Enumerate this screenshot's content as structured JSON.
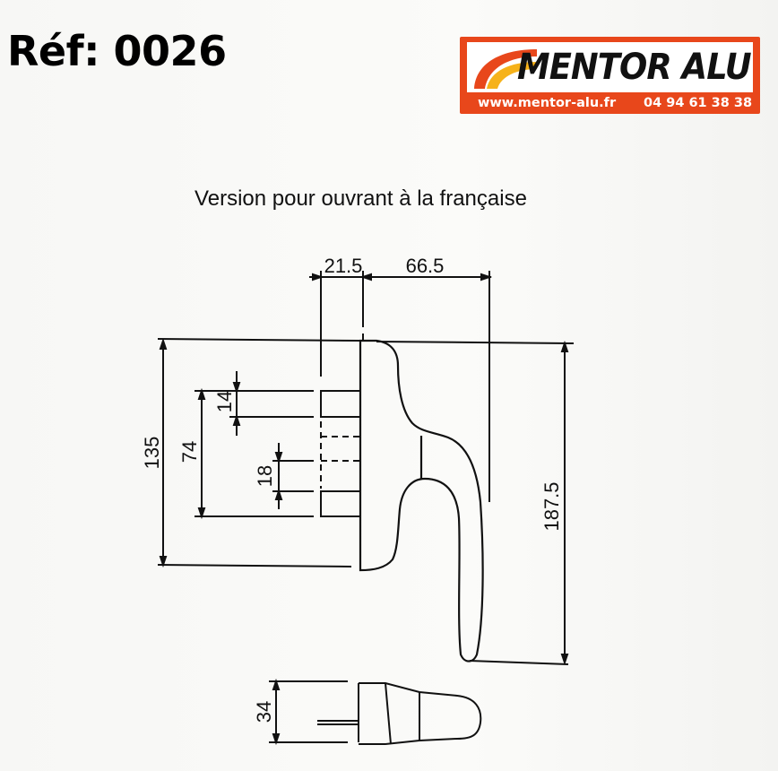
{
  "header": {
    "reference": "Réf: 0026"
  },
  "logo": {
    "brand": "MENTOR ALU",
    "website": "www.mentor-alu.fr",
    "phone": "04 94 61 38 38",
    "colors": {
      "brand_orange": "#e8471b",
      "swoosh_yellow": "#f6b21a",
      "panel": "#ffffff"
    }
  },
  "drawing": {
    "subtitle": "Version pour ouvrant à la française",
    "dimensions": {
      "base_width": "21.5",
      "handle_reach": "66.5",
      "base_height": "135",
      "screw_spacing": "74",
      "upper_slot": "14",
      "lower_slot": "18",
      "total_height": "187.5",
      "side_depth": "34"
    },
    "line_color": "#111111"
  }
}
